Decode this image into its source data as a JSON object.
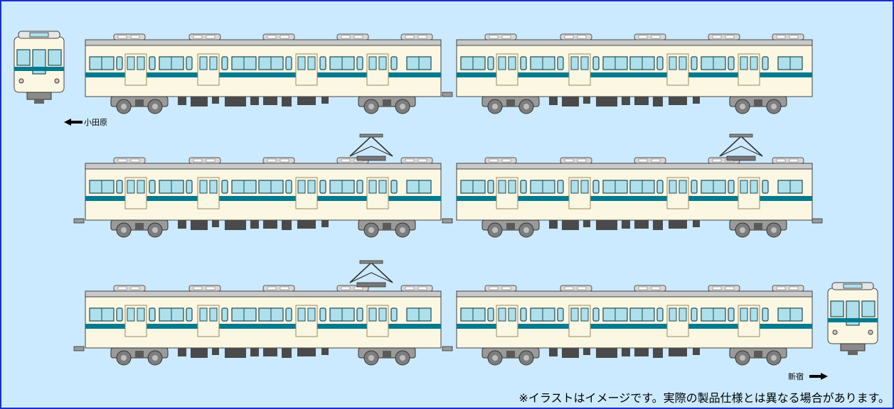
{
  "colors": {
    "background": "#cceaff",
    "border": "#1a2fd0",
    "body": "#fbf7e2",
    "stripe": "#007a91",
    "window": "#aee0ec",
    "roof": "#c9c9c9",
    "underfloor": "#4a4a4a",
    "bogie": "#8a8a8a"
  },
  "labels": {
    "odawara": "小田原",
    "shinjuku": "新宿"
  },
  "note": "※イラストはイメージです。実際の製品仕様とは異なる場合があります。"
}
